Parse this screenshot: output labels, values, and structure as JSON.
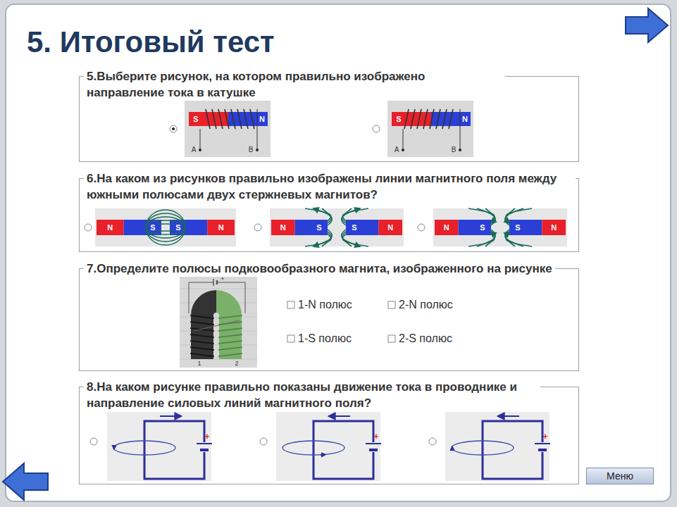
{
  "diagram": {
    "title": "5. Итоговый тест",
    "nodes": [
      {
        "text": [
          "5.Выберите рисунок, на котором правильно изображено направление тока в катушке"
        ]
      },
      {
        "text": [
          "6.На каком из рисунков правильно изображены линии магнитного поля между южными полюсами двух стержневых магнитов?"
        ]
      },
      {
        "text": [
          "7.Определите полюсы подковообразного магнита, изображенного на рисунке"
        ]
      },
      {
        "text": [
          "8.На каком рисунке правильно показаны движение тока в проводнике и направление силовых линий магнитного поля?"
        ]
      },
      {
        "text": [
          "Меню"
        ]
      }
    ],
    "labels": [
      "S",
      "N",
      "A",
      "B",
      "S",
      "N",
      "A",
      "B",
      "N",
      "S",
      "S",
      "N",
      "N",
      "S",
      "S",
      "N",
      "N",
      "S",
      "S",
      "N",
      "+",
      "1",
      "2",
      "1-N полюс",
      "2-N полюс",
      "1-S полюс",
      "2-S полюс",
      "+",
      "+",
      "+"
    ]
  }
}
